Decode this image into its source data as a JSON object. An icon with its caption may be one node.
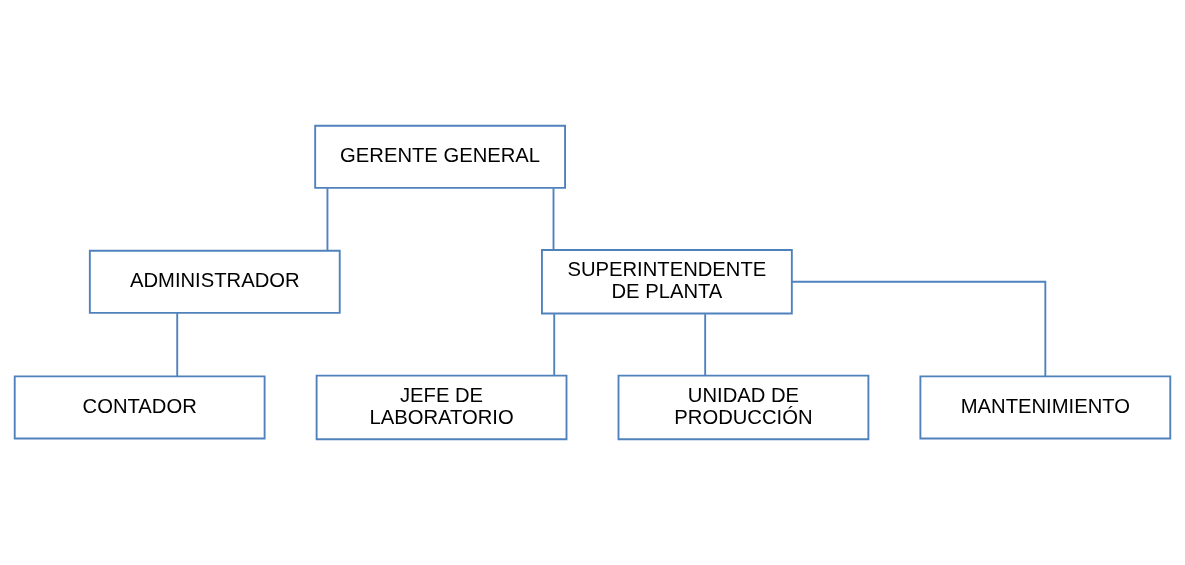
{
  "diagram": {
    "nodes": [
      {
        "text": [
          "GERENTE GENERAL"
        ]
      },
      {
        "text": [
          "ADMINISTRADOR"
        ]
      },
      {
        "text": [
          "SUPERINTENDENTE DE PLANTA"
        ]
      },
      {
        "text": [
          "CONTADOR"
        ]
      },
      {
        "text": [
          "JEFE DE LABORATORIO"
        ]
      },
      {
        "text": [
          "UNIDAD DE PRODUCCIÓN"
        ]
      },
      {
        "text": [
          "MANTENIMIENTO"
        ]
      }
    ],
    "edges": [
      {
        "from": 0,
        "to": 1,
        "arrow": "none"
      },
      {
        "from": 0,
        "to": 2,
        "arrow": "none"
      },
      {
        "from": 1,
        "to": 3,
        "arrow": "none"
      },
      {
        "from": 2,
        "to": 4,
        "arrow": "none"
      },
      {
        "from": 2,
        "to": 5,
        "arrow": "none"
      },
      {
        "from": 2,
        "to": 6,
        "arrow": "none"
      }
    ]
  }
}
